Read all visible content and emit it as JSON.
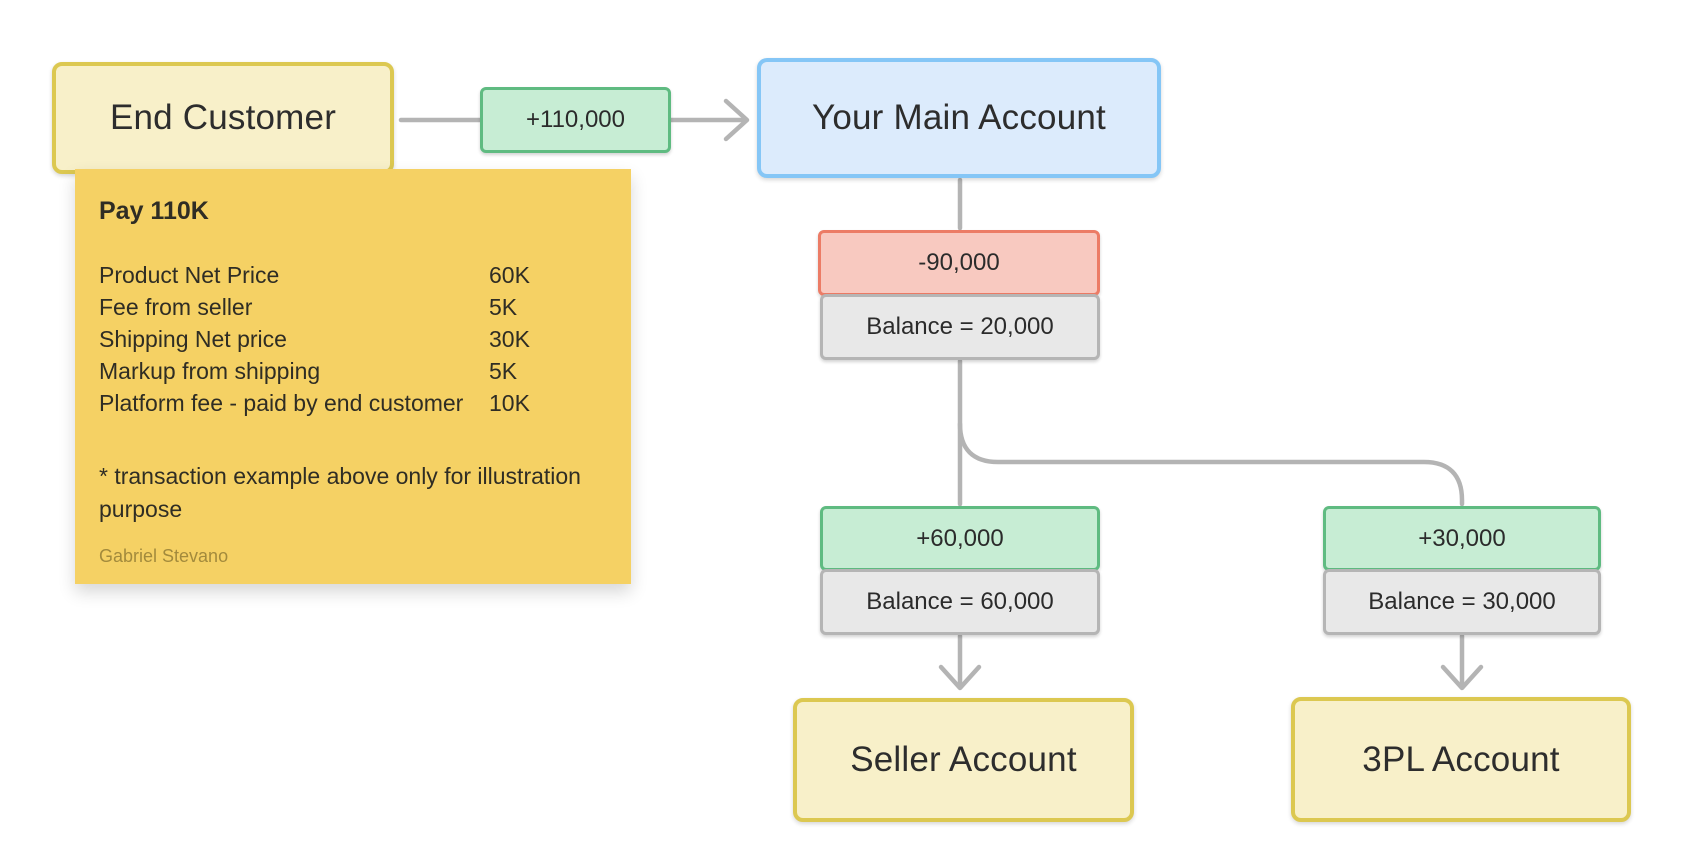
{
  "diagram": {
    "nodes": {
      "end_customer": {
        "label": "End Customer"
      },
      "main_account": {
        "label": "Your Main Account"
      },
      "seller_account": {
        "label": "Seller Account"
      },
      "three_pl_account": {
        "label": "3PL Account"
      }
    },
    "flows": {
      "customer_to_main": {
        "amount": "+110,000"
      },
      "main_debit": {
        "amount": "-90,000",
        "balance": "Balance = 20,000"
      },
      "seller_credit": {
        "amount": "+60,000",
        "balance": "Balance = 60,000"
      },
      "three_pl_credit": {
        "amount": "+30,000",
        "balance": "Balance = 30,000"
      }
    },
    "colors": {
      "account_yellow_fill": "#f8f0c9",
      "account_yellow_border": "#dcc851",
      "account_blue_fill": "#dcebfc",
      "account_blue_border": "#85c6f6",
      "credit_green_fill": "#c7edd4",
      "credit_green_border": "#5fbb81",
      "debit_red_fill": "#f8c9c0",
      "debit_red_border": "#ec7c66",
      "balance_gray_fill": "#e8e8e8",
      "balance_gray_border": "#b5b5b5",
      "connector_gray": "#b4b4b4",
      "sticky_gold": "#f5d164"
    }
  },
  "sticky_note": {
    "title": "Pay 110K",
    "items": [
      {
        "label": "Product Net Price",
        "value": "60K"
      },
      {
        "label": "Fee from seller",
        "value": "5K"
      },
      {
        "label": "Shipping Net price",
        "value": "30K"
      },
      {
        "label": "Markup from shipping",
        "value": "5K"
      },
      {
        "label": "Platform fee - paid by end customer",
        "value": "10K"
      }
    ],
    "footnote": "* transaction example above only for illustration purpose",
    "author": "Gabriel Stevano"
  }
}
